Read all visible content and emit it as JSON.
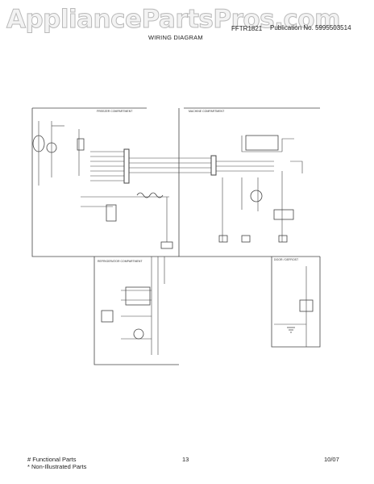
{
  "watermark": "AppliancePartsPros.com",
  "header": {
    "model": "FFTR1821",
    "publication": "Publication No. 5995503514",
    "title": "WIRING DIAGRAM"
  },
  "diagram": {
    "freezer_label": "FREEZER COMPARTMENT",
    "machine_label": "MACHINE COMPARTMENT",
    "refrigerator_label": "REFRIGERATOR COMPARTMENT",
    "defrost_label": "DOOR / DEFROST"
  },
  "footer": {
    "functional_parts": "# Functional Parts",
    "non_illustrated": "* Non-Illustrated Parts",
    "page_number": "13",
    "date": "10/07"
  }
}
